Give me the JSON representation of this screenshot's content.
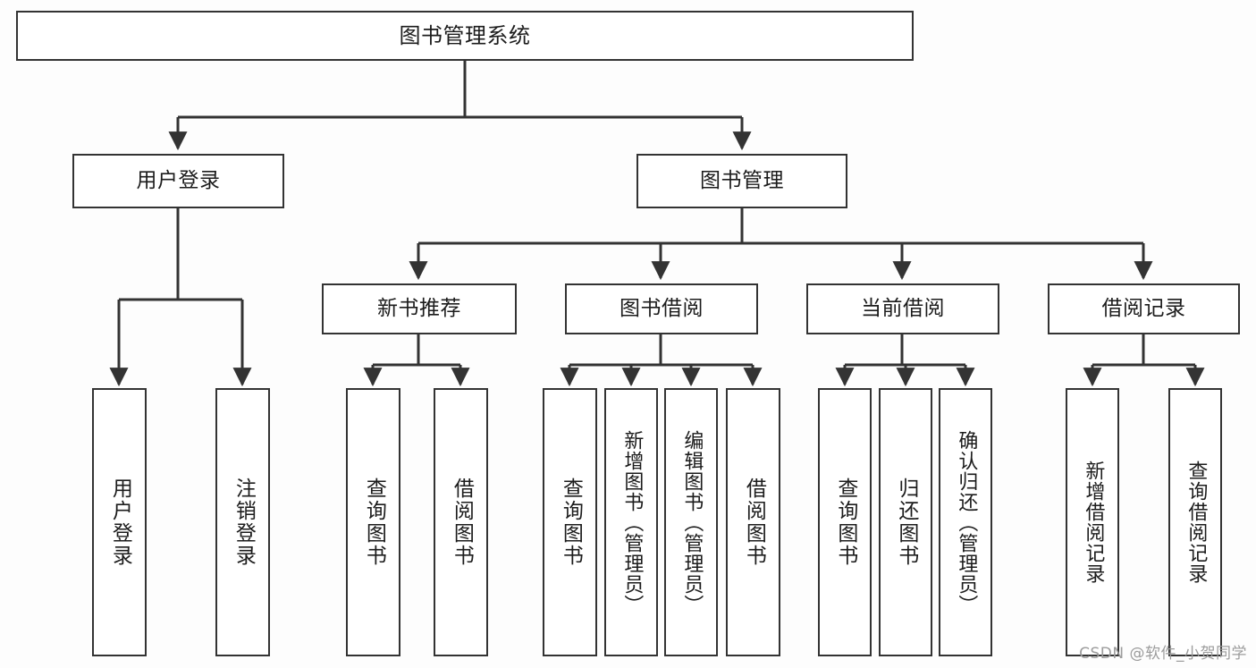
{
  "diagram": {
    "title": "图书管理系统",
    "type": "tree-hierarchy",
    "watermark": "CSDN @软件_小贺同学",
    "colors": {
      "background": "#fdfdfd",
      "node_fill": "#ffffff",
      "node_border": "#333333",
      "edge": "#333333",
      "text": "#1c1c1c",
      "watermark": "#9c9c9c"
    },
    "nodes": {
      "root": {
        "label": "图书管理系统"
      },
      "level1": [
        {
          "id": "user-login",
          "label": "用户登录"
        },
        {
          "id": "book-manage",
          "label": "图书管理"
        }
      ],
      "level2": [
        {
          "id": "new-book-recommend",
          "label": "新书推荐"
        },
        {
          "id": "book-borrow",
          "label": "图书借阅"
        },
        {
          "id": "current-borrow",
          "label": "当前借阅"
        },
        {
          "id": "borrow-record",
          "label": "借阅记录"
        }
      ],
      "leaves": {
        "user_login": [
          {
            "id": "leaf-user-login",
            "label": "用户登录"
          },
          {
            "id": "leaf-logout-login",
            "label": "注销登录"
          }
        ],
        "new_book_recommend": [
          {
            "id": "leaf-query-book-1",
            "label": "查询图书"
          },
          {
            "id": "leaf-borrow-book-1",
            "label": "借阅图书"
          }
        ],
        "book_borrow": [
          {
            "id": "leaf-query-book-2",
            "label": "查询图书"
          },
          {
            "id": "leaf-add-book",
            "label": "新增图书（管理员）"
          },
          {
            "id": "leaf-edit-book",
            "label": "编辑图书（管理员）"
          },
          {
            "id": "leaf-borrow-book-2",
            "label": "借阅图书"
          }
        ],
        "current_borrow": [
          {
            "id": "leaf-query-book-3",
            "label": "查询图书"
          },
          {
            "id": "leaf-return-book",
            "label": "归还图书"
          },
          {
            "id": "leaf-confirm-return",
            "label": "确认归还（管理员）"
          }
        ],
        "borrow_record": [
          {
            "id": "leaf-add-record",
            "label": "新增借阅记录"
          },
          {
            "id": "leaf-query-record",
            "label": "查询借阅记录"
          }
        ]
      }
    }
  }
}
